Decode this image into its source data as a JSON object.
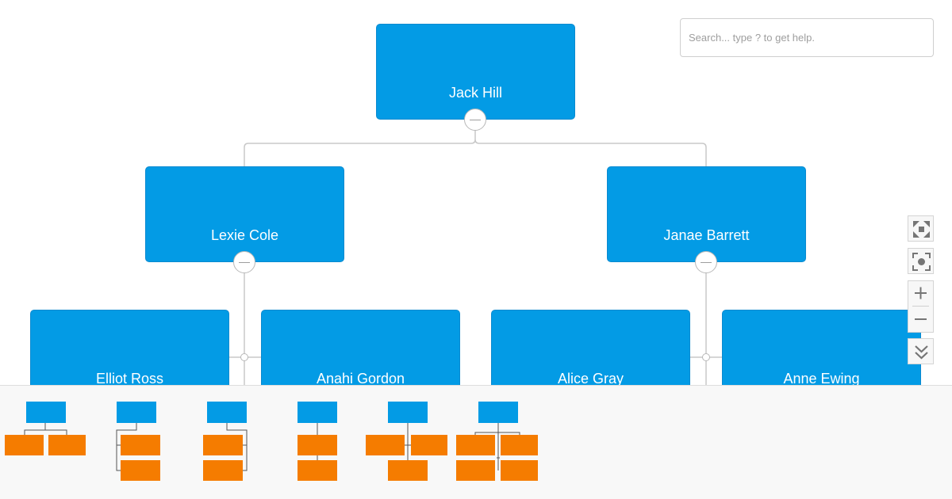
{
  "search": {
    "placeholder": "Search... type ? to get help."
  },
  "org_chart": {
    "root": {
      "name": "Jack Hill"
    },
    "managers": [
      {
        "name": "Lexie Cole"
      },
      {
        "name": "Janae Barrett"
      }
    ],
    "staff": [
      {
        "name": "Elliot Ross",
        "manager": "Lexie Cole"
      },
      {
        "name": "Anahi Gordon",
        "manager": "Lexie Cole"
      },
      {
        "name": "Alice Gray",
        "manager": "Janae Barrett"
      },
      {
        "name": "Anne Ewing",
        "manager": "Janae Barrett"
      }
    ]
  },
  "controls": {
    "icons": [
      "fullscreen-icon",
      "fit-to-screen-icon",
      "zoom-in-icon",
      "zoom-out-icon",
      "expand-all-icon"
    ]
  },
  "layout_options": [
    "mixed-hanging",
    "left-hanging",
    "right-hanging",
    "vertical",
    "normal-with-vertical",
    "tree-grid"
  ],
  "colors": {
    "node_fill": "#039be5",
    "layout_parent": "#039be5",
    "layout_child": "#f57c00",
    "edge": "#c8c8c8"
  }
}
